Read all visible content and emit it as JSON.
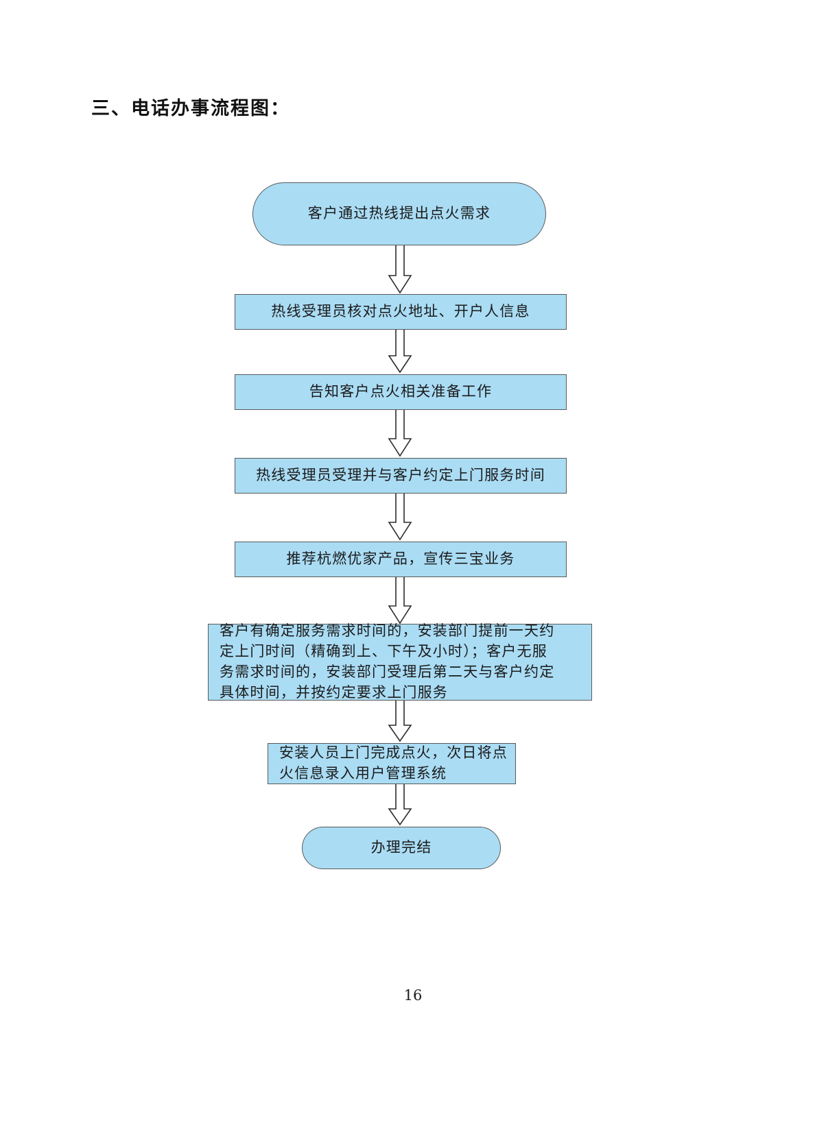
{
  "document": {
    "title": "三、电话办事流程图：",
    "page_number": "16"
  },
  "theme": {
    "node_fill": "#aadcf4",
    "node_border": "#595959",
    "arrow_stroke": "#2b2b2b",
    "arrow_fill": "#ffffff",
    "text_color": "#1b1b1b",
    "page_background": "#ffffff"
  },
  "chart_data": {
    "type": "flowchart",
    "title": "三、电话办事流程图：",
    "orientation": "top-to-bottom",
    "node_shapes": [
      "stadium",
      "rectangle",
      "rectangle",
      "rectangle",
      "rectangle",
      "rectangle",
      "rectangle",
      "stadium"
    ],
    "nodes": [
      {
        "id": "n1",
        "shape": "stadium",
        "label": "客户通过热线提出点火需求"
      },
      {
        "id": "n2",
        "shape": "rectangle",
        "label": "热线受理员核对点火地址、开户人信息"
      },
      {
        "id": "n3",
        "shape": "rectangle",
        "label": "告知客户点火相关准备工作"
      },
      {
        "id": "n4",
        "shape": "rectangle",
        "label": "热线受理员受理并与客户约定上门服务时间"
      },
      {
        "id": "n5",
        "shape": "rectangle",
        "label": "推荐杭燃优家产品，宣传三宝业务"
      },
      {
        "id": "n6",
        "shape": "rectangle",
        "label": "客户有确定服务需求时间的，安装部门提前一天约\n定上门时间（精确到上、下午及小时）；客户无服\n务需求时间的，安装部门受理后第二天与客户约定\n具体时间，并按约定要求上门服务"
      },
      {
        "id": "n7",
        "shape": "rectangle",
        "label": "安装人员上门完成点火，次日将点\n火信息录入用户管理系统"
      },
      {
        "id": "n8",
        "shape": "stadium",
        "label": "办理完结"
      }
    ],
    "edges": [
      {
        "from": "n1",
        "to": "n2",
        "style": "hollow-block-arrow"
      },
      {
        "from": "n2",
        "to": "n3",
        "style": "hollow-block-arrow"
      },
      {
        "from": "n3",
        "to": "n4",
        "style": "hollow-block-arrow"
      },
      {
        "from": "n4",
        "to": "n5",
        "style": "hollow-block-arrow"
      },
      {
        "from": "n5",
        "to": "n6",
        "style": "hollow-block-arrow"
      },
      {
        "from": "n6",
        "to": "n7",
        "style": "hollow-block-arrow"
      },
      {
        "from": "n7",
        "to": "n8",
        "style": "hollow-block-arrow"
      }
    ]
  }
}
